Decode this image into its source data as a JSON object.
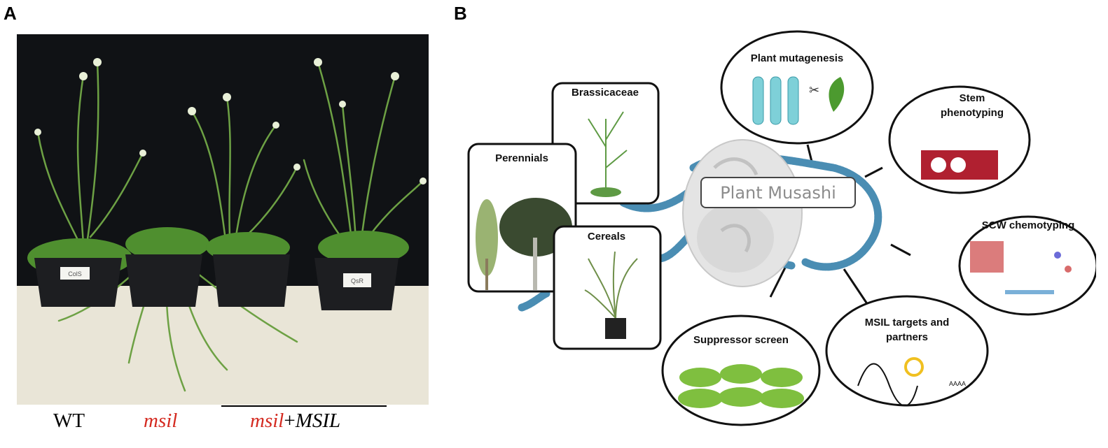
{
  "panel_a": {
    "letter": "A",
    "genotypes": {
      "wt": "WT",
      "msil": "msil",
      "rescue_mut": "msil",
      "rescue_plus": "+",
      "rescue_gene": "MSIL"
    },
    "pot_tags": [
      "ColS",
      "QsR"
    ]
  },
  "panel_b": {
    "letter": "B",
    "center_label": "Plant Musashi",
    "boxes": {
      "brassicaceae": "Brassicaceae",
      "perennials": "Perennials",
      "cereals": "Cereals"
    },
    "bubbles": {
      "mutagenesis": "Plant mutagenesis",
      "stem_line1": "Stem",
      "stem_line2": "phenotyping",
      "scw": "SCW chemotyping",
      "targets_line1": "MSIL targets and",
      "targets_line2": "partners",
      "suppressor": "Suppressor screen",
      "polya": "AAAA"
    }
  },
  "colors": {
    "genotype_red": "#d42a20",
    "rna_blue": "#4a8db3",
    "photo_background": "#111214",
    "bench": "#e8e4d6"
  }
}
